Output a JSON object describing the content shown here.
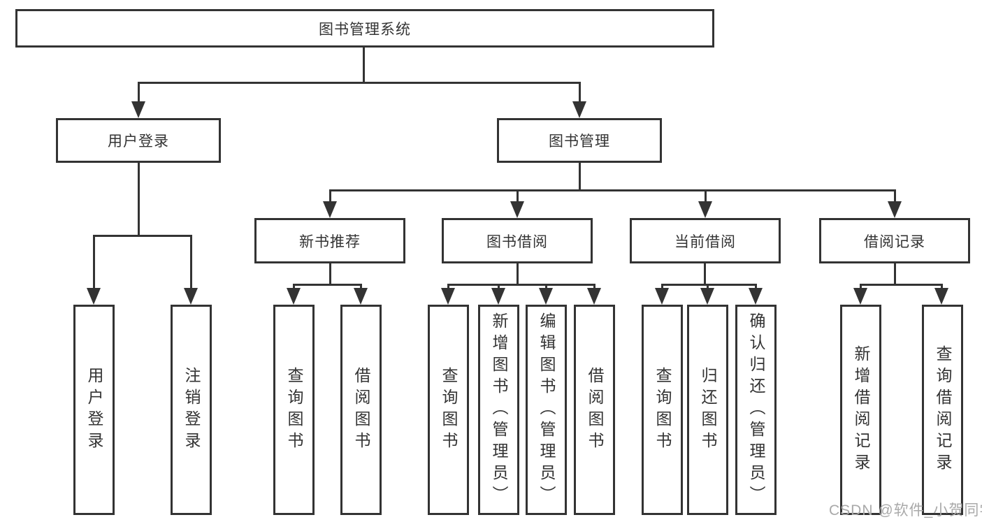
{
  "diagram": {
    "title": "图书管理系统",
    "level2": {
      "user_login": "用户登录",
      "book_mgmt": "图书管理"
    },
    "level3": {
      "new_book": "新书推荐",
      "borrow": "图书借阅",
      "current": "当前借阅",
      "records": "借阅记录"
    },
    "user_login_children": [
      "用户登录",
      "注销登录"
    ],
    "new_book_children": [
      "查询图书",
      "借阅图书"
    ],
    "borrow_children": [
      "查询图书",
      "新增图书（管理员）",
      "编辑图书（管理员）",
      "借阅图书"
    ],
    "current_children": [
      "查询图书",
      "归还图书",
      "确认归还（管理员）"
    ],
    "records_children": [
      "新增借阅记录",
      "查询借阅记录"
    ]
  },
  "watermark": {
    "text": "CSDN @软件_小贺同学"
  },
  "colors": {
    "line": "#333333",
    "box_background": "#ffffff",
    "watermark_gray": "#a9a9a9"
  }
}
